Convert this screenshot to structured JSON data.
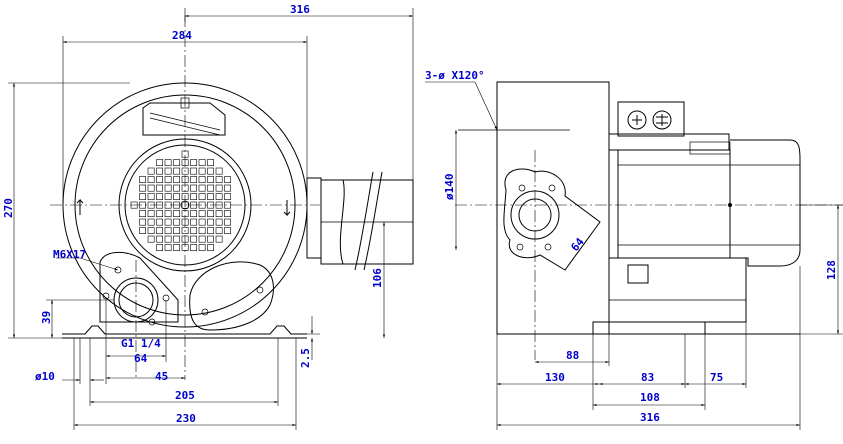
{
  "dimensions": {
    "overall_width_front": "316",
    "body_width": "284",
    "height": "270",
    "bolt_spec": "M6X17",
    "base_height": "39",
    "thread_spec": "G1 1/4",
    "port_spacing": "64",
    "port_offset": "45",
    "mount_span": "205",
    "base_width": "230",
    "foot_hole": "ø10",
    "base_thickness": "2.5",
    "outlet_height": "106",
    "flange_holes": "3-ø X120°",
    "flange_diameter": "ø140",
    "flange_pcd": "64",
    "flange_offset": "88",
    "side_left": "130",
    "side_mid": "83",
    "side_right": "75",
    "side_mount": "108",
    "overall_length_side": "316",
    "axis_height": "128"
  },
  "colors": {
    "dimension_text": "#0000cc",
    "lines": "#000000"
  }
}
